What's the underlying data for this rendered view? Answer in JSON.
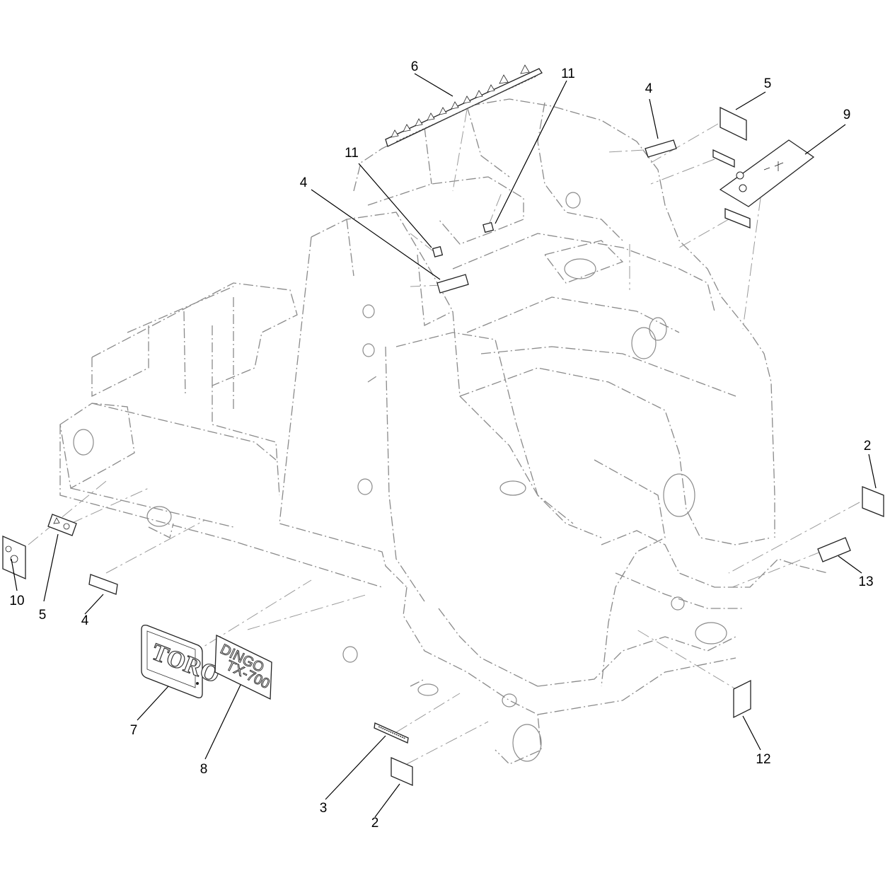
{
  "callouts": {
    "c2a": "2",
    "c2b": "2",
    "c3": "3",
    "c4a": "4",
    "c4b": "4",
    "c4c": "4",
    "c5a": "5",
    "c5b": "5",
    "c6": "6",
    "c7": "7",
    "c8": "8",
    "c9": "9",
    "c10": "10",
    "c11a": "11",
    "c11b": "11",
    "c12": "12",
    "c13": "13"
  },
  "decals": {
    "toro_logo": "TORO",
    "dingo_line1": "DINGO",
    "dingo_line2": "TX-700"
  }
}
